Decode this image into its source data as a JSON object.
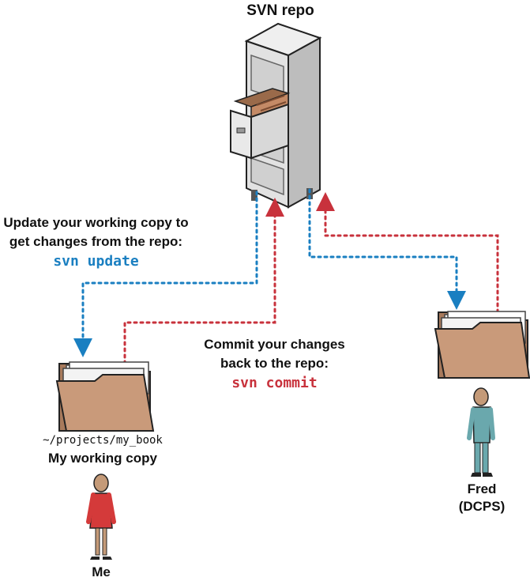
{
  "repo": {
    "title": "SVN repo"
  },
  "update": {
    "line1": "Update your working copy to",
    "line2": "get changes from the repo:",
    "command": "svn update",
    "color": "#1a7fc1"
  },
  "commit": {
    "line1": "Commit your changes",
    "line2": "back to the repo:",
    "command": "svn commit",
    "color": "#c8323c"
  },
  "me": {
    "path": "~/projects/my_book",
    "caption": "My working copy",
    "name": "Me"
  },
  "fred": {
    "name": "Fred",
    "role": "(DCPS)"
  },
  "colors": {
    "folder": "#c99a7a",
    "folder_dark": "#a87a5c",
    "cabinet": "#dcdcdc",
    "cabinet_dark": "#b4b4b4",
    "me_figure": "#d43a3a",
    "fred_figure": "#6aa8ad"
  }
}
